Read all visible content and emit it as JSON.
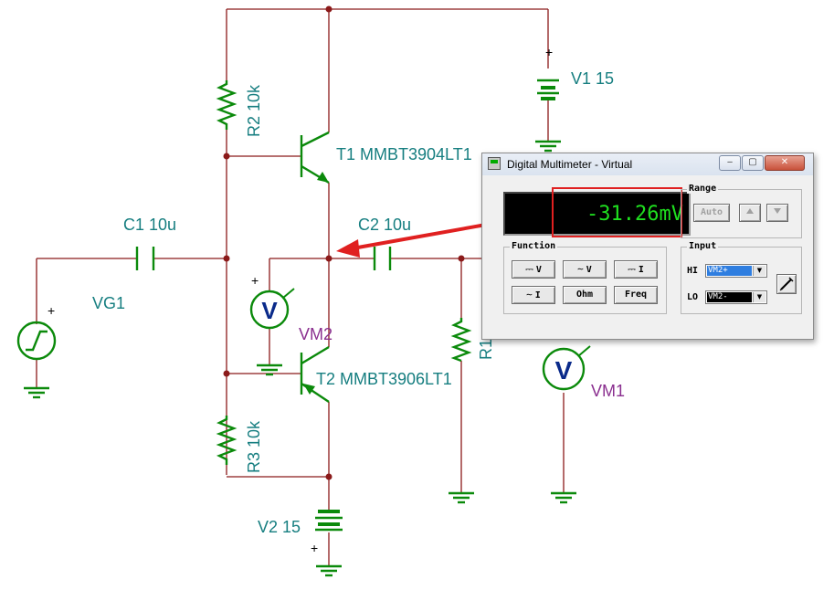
{
  "schematic": {
    "labels": {
      "v1": "V1 15",
      "r2": "R2 10k",
      "t1": "T1 MMBT3904LT1",
      "c1": "C1 10u",
      "c2": "C2 10u",
      "vg1": "VG1",
      "vm2": "VM2",
      "t2": "T2 MMBT3906LT1",
      "r1": "R1",
      "vm1": "VM1",
      "r3": "R3 10k",
      "v2": "V2 15"
    },
    "meter_symbol": "V",
    "plus": "+",
    "colors": {
      "wire": "#8b1a1a",
      "component": "#0b8a0b",
      "label": "#167e80",
      "meter_label": "#8a2f8f",
      "arrow": "#e02020"
    }
  },
  "multimeter": {
    "title": "Digital Multimeter - Virtual",
    "window_buttons": {
      "minimize": "‒",
      "restore": "▢",
      "close": "✕"
    },
    "readout": "-31.26mV",
    "range": {
      "title": "Range",
      "auto_label": "Auto",
      "up_icon": "triangle-up-icon",
      "down_icon": "triangle-down-icon"
    },
    "function": {
      "title": "Function",
      "buttons": [
        {
          "symbol": "⎓",
          "label": "V"
        },
        {
          "symbol": "∼",
          "label": "V"
        },
        {
          "symbol": "⎓",
          "label": "I"
        },
        {
          "symbol": "∼",
          "label": "I"
        },
        {
          "symbol": "",
          "label": "Ohm"
        },
        {
          "symbol": "",
          "label": "Freq"
        }
      ]
    },
    "input": {
      "title": "Input",
      "hi_label": "HI",
      "lo_label": "LO",
      "hi_value": "VM2+",
      "lo_value": "VM2-",
      "probe_icon": "probe-pen-icon"
    }
  }
}
